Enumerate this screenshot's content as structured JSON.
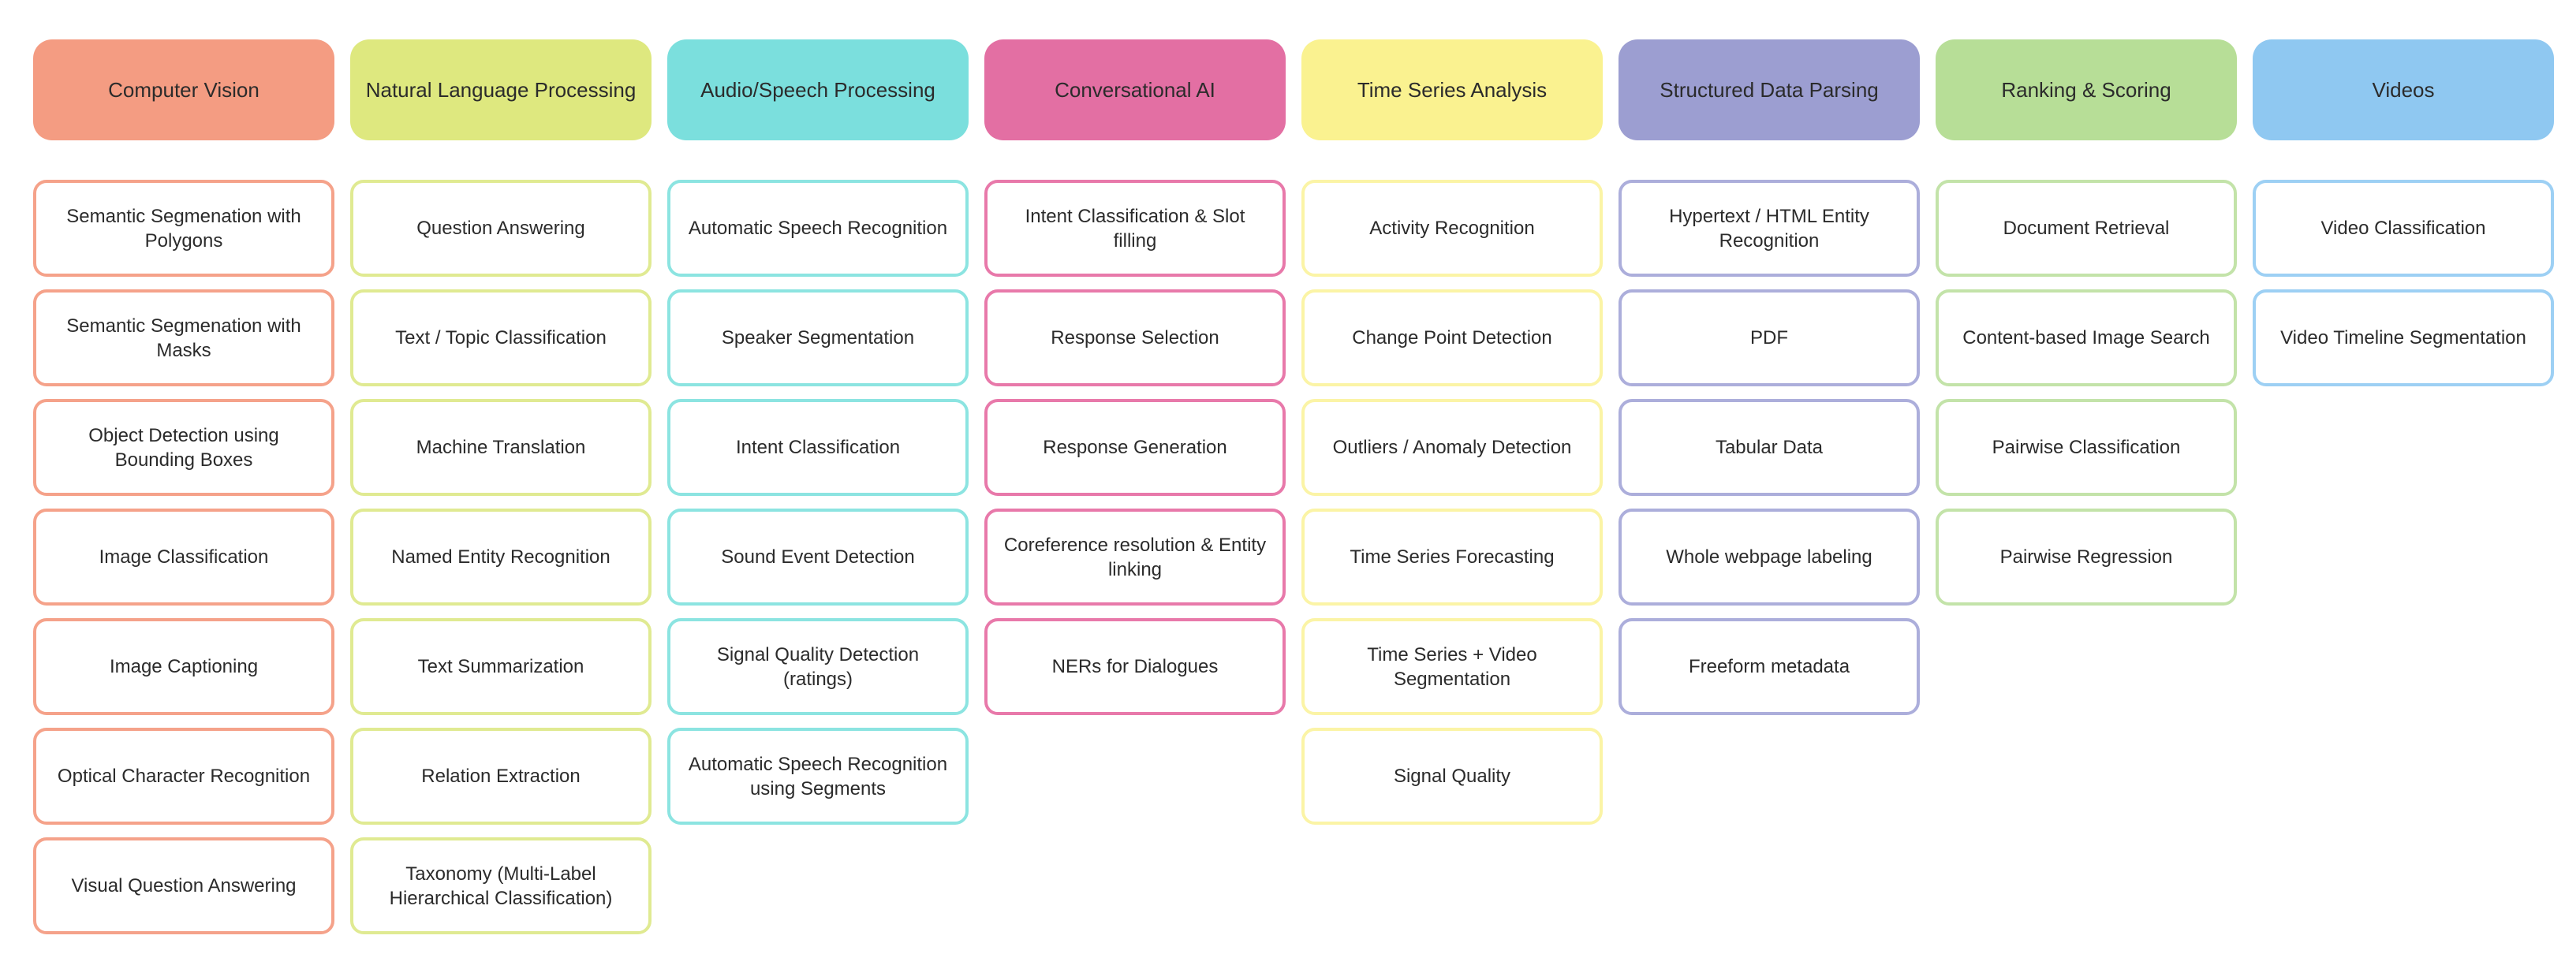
{
  "board": {
    "name": "ML task categories",
    "text_color": "#2b2b2b",
    "background": "#ffffff"
  },
  "columns": [
    {
      "title": "Computer Vision",
      "header_color": "#F49C82",
      "card_border_color": "#F5A28A",
      "items": [
        "Semantic Segmenation with Polygons",
        "Semantic Segmenation with Masks",
        "Object Detection using Bounding Boxes",
        "Image Classification",
        "Image Captioning",
        "Optical Character Recognition",
        "Visual Question Answering"
      ]
    },
    {
      "title": "Natural Language Processing",
      "header_color": "#DEE87F",
      "card_border_color": "#E0EA92",
      "items": [
        "Question Answering",
        "Text / Topic Classification",
        "Machine Translation",
        "Named Entity Recognition",
        "Text Summarization",
        "Relation Extraction",
        "Taxonomy (Multi-Label Hierarchical Classification)"
      ]
    },
    {
      "title": "Audio/Speech Processing",
      "header_color": "#7BDFDD",
      "card_border_color": "#8CE4E1",
      "items": [
        "Automatic Speech Recognition",
        "Speaker Segmentation",
        "Intent Classification",
        "Sound Event Detection",
        "Signal Quality Detection (ratings)",
        "Automatic Speech Recognition using Segments"
      ]
    },
    {
      "title": "Conversational AI",
      "header_color": "#E36FA3",
      "card_border_color": "#E879AA",
      "items": [
        "Intent Classification & Slot filling",
        "Response Selection",
        "Response Generation",
        "Coreference resolution & Entity linking",
        "NERs for Dialogues"
      ]
    },
    {
      "title": "Time Series Analysis",
      "header_color": "#FAF290",
      "card_border_color": "#FBF4A6",
      "items": [
        "Activity Recognition",
        "Change Point Detection",
        "Outliers / Anomaly Detection",
        "Time Series Forecasting",
        "Time Series + Video Segmentation",
        "Signal Quality"
      ]
    },
    {
      "title": "Structured Data Parsing",
      "header_color": "#9C9ED1",
      "card_border_color": "#ACAEDB",
      "items": [
        "Hypertext / HTML Entity Recognition",
        "PDF",
        "Tabular Data",
        "Whole webpage labeling",
        "Freeform metadata"
      ]
    },
    {
      "title": "Ranking & Scoring",
      "header_color": "#B7DE97",
      "card_border_color": "#C3E3A9",
      "items": [
        "Document Retrieval",
        "Content-based Image Search",
        "Pairwise Classification",
        "Pairwise Regression"
      ]
    },
    {
      "title": "Videos",
      "header_color": "#8FC8F1",
      "card_border_color": "#9DD0F4",
      "items": [
        "Video Classification",
        "Video Timeline Segmentation"
      ]
    }
  ]
}
